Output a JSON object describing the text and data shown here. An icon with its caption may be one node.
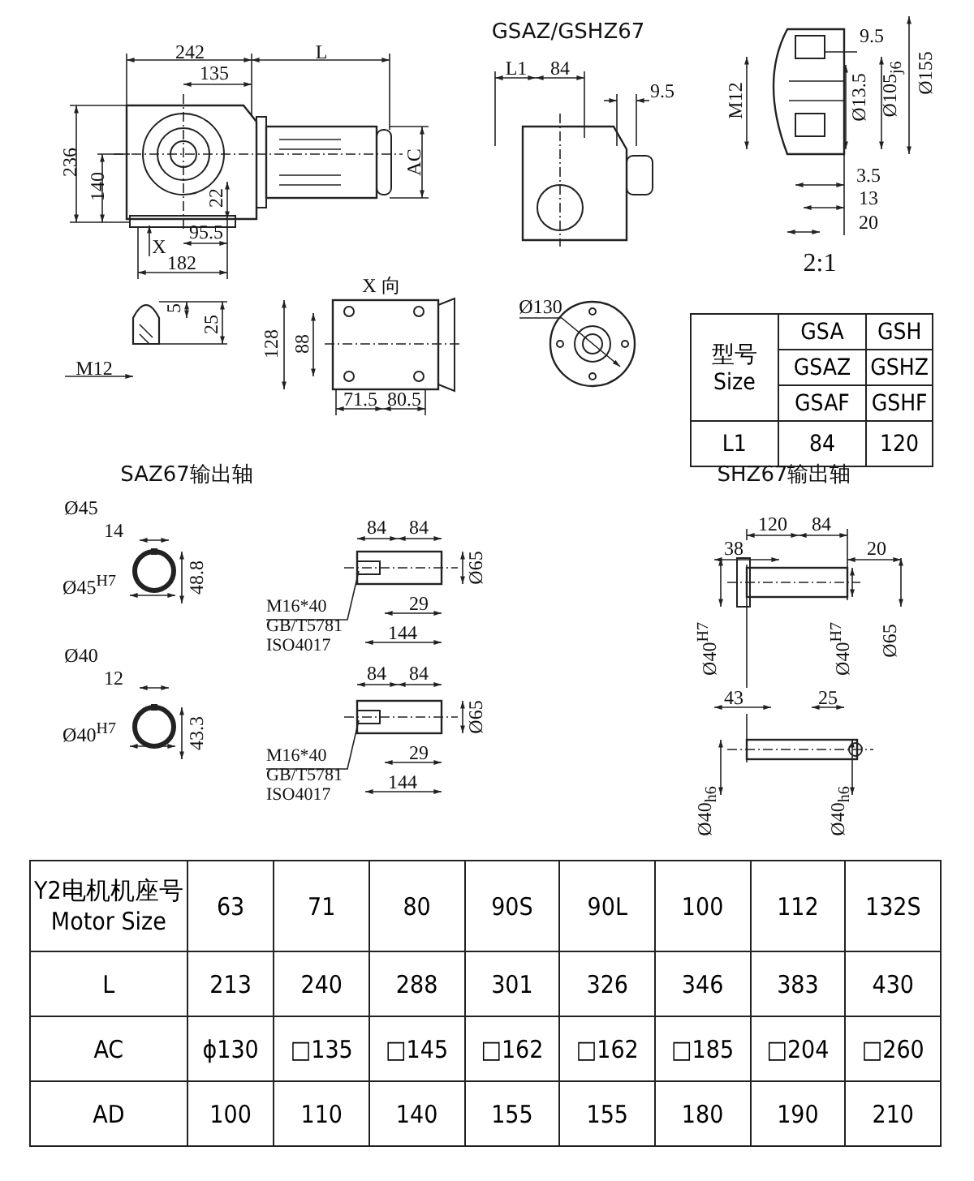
{
  "diagram": {
    "nodes": [
      {
        "text": [
          "Ø130"
        ]
      },
      {
        "text": [],
        "shape": "picture"
      },
      {
        "text": [
          "M16*40 GB/T5781 ISO4017"
        ]
      },
      {
        "text": [],
        "shape": "picture"
      },
      {
        "text": [
          "M16*40 GB/T5781 ISO4017"
        ]
      },
      {
        "text": [],
        "shape": "picture"
      }
    ],
    "edges": [
      {
        "from": 0,
        "to": 1,
        "arrow": "to"
      },
      {
        "from": 2,
        "to": 3,
        "arrow": "none"
      },
      {
        "from": 4,
        "to": 5,
        "arrow": "none"
      }
    ],
    "labels": [
      "242",
      "L",
      "135",
      "236",
      "140",
      "AC",
      "22",
      "X",
      "95.5",
      "182",
      "GSAZ/GSHZ67",
      "L1",
      "84",
      "9.5",
      "M12",
      "9.5",
      "Ø13.5",
      "Ø105$_{j6}$",
      "Ø155",
      "3.5",
      "13",
      "20",
      "2:1",
      "5",
      "25",
      "M12",
      "X 向",
      "128",
      "88",
      "71.5",
      "80.5",
      "型号 Size",
      "GSA",
      "GSH",
      "GSAZ",
      "GSHZ",
      "GSAF",
      "GSHF",
      "L1",
      "84",
      "120",
      "SAZ67输出轴",
      "Ø45",
      "14",
      "Ø45$^{H7}$",
      "48.8",
      "84",
      "84",
      "29",
      "144",
      "Ø65",
      "Ø40",
      "12",
      "Ø40$^{H7}$",
      "43.3",
      "84",
      "84",
      "29",
      "144",
      "Ø65",
      "SHZ67输出轴",
      "120",
      "84",
      "38",
      "20",
      "Ø40$^{H7}$",
      "Ø40$^{H7}$",
      "Ø65",
      "43",
      "25",
      "Ø40$_{h6}$",
      "Ø40$_{h6}$",
      "Y2电机机座号 Motor Size",
      "63",
      "71",
      "80",
      "90S",
      "90L",
      "100",
      "112",
      "132S",
      "L",
      "213",
      "240",
      "288",
      "301",
      "326",
      "346",
      "383",
      "430",
      "AC",
      "ϕ130",
      "□135",
      "□145",
      "□162",
      "□162",
      "□185",
      "□204",
      "□260",
      "AD",
      "100",
      "110",
      "140",
      "155",
      "155",
      "180",
      "190",
      "210"
    ]
  }
}
